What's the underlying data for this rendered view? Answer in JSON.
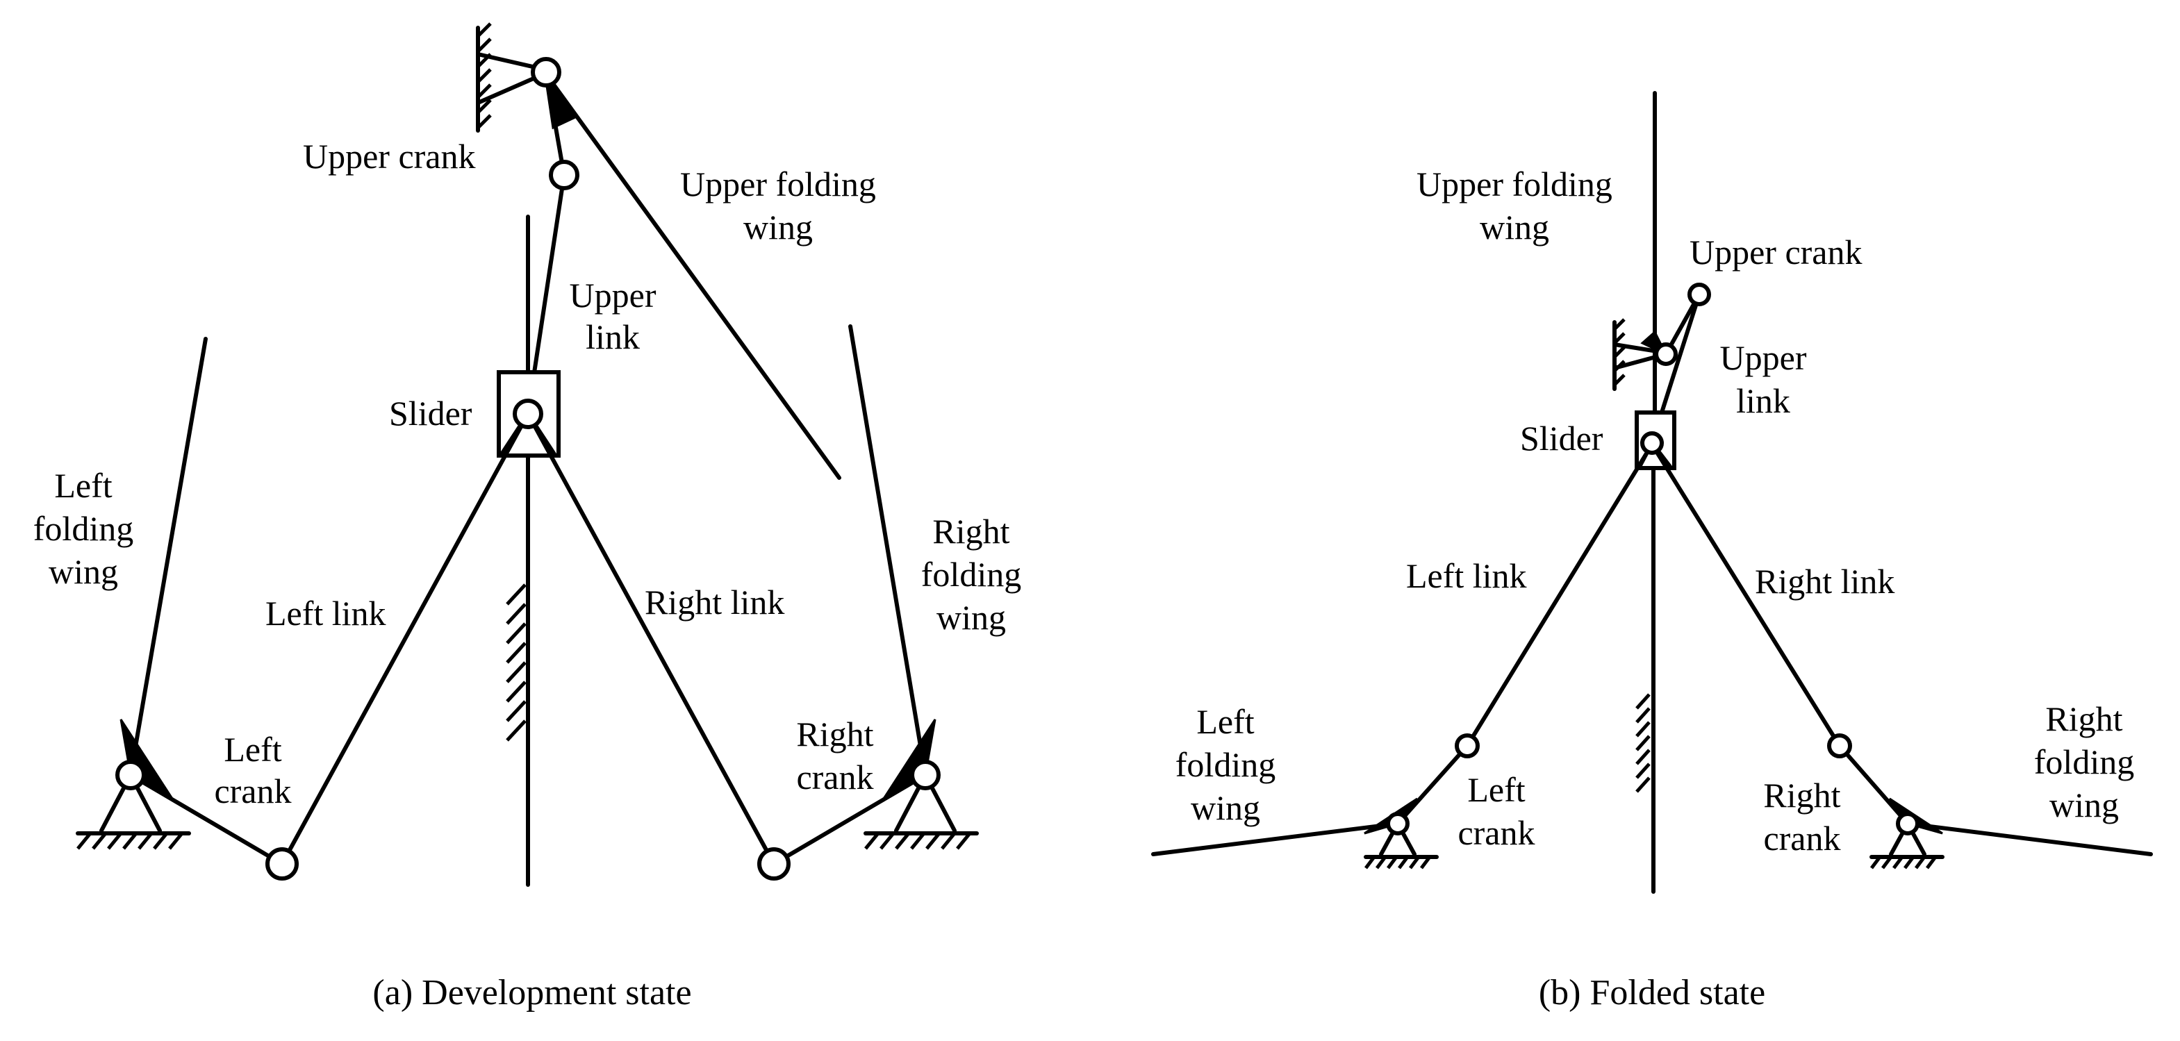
{
  "panel_a": {
    "caption": "(a) Development state",
    "labels": {
      "upper_crank": "Upper crank",
      "upper_folding_wing_1": "Upper folding",
      "upper_folding_wing_2": "wing",
      "upper_link_1": "Upper",
      "upper_link_2": "link",
      "slider": "Slider",
      "left_folding_wing_1": "Left",
      "left_folding_wing_2": "folding",
      "left_folding_wing_3": "wing",
      "right_folding_wing_1": "Right",
      "right_folding_wing_2": "folding",
      "right_folding_wing_3": "wing",
      "left_link": "Left link",
      "right_link": "Right link",
      "left_crank_1": "Left",
      "left_crank_2": "crank",
      "right_crank_1": "Right",
      "right_crank_2": "crank"
    }
  },
  "panel_b": {
    "caption": "(b) Folded state",
    "labels": {
      "upper_folding_wing_1": "Upper folding",
      "upper_folding_wing_2": "wing",
      "upper_crank": "Upper crank",
      "upper_link_1": "Upper",
      "upper_link_2": "link",
      "slider": "Slider",
      "left_link": "Left link",
      "right_link": "Right link",
      "left_folding_wing_1": "Left",
      "left_folding_wing_2": "folding",
      "left_folding_wing_3": "wing",
      "right_folding_wing_1": "Right",
      "right_folding_wing_2": "folding",
      "right_folding_wing_3": "wing",
      "left_crank_1": "Left",
      "left_crank_2": "crank",
      "right_crank_1": "Right",
      "right_crank_2": "crank"
    }
  }
}
